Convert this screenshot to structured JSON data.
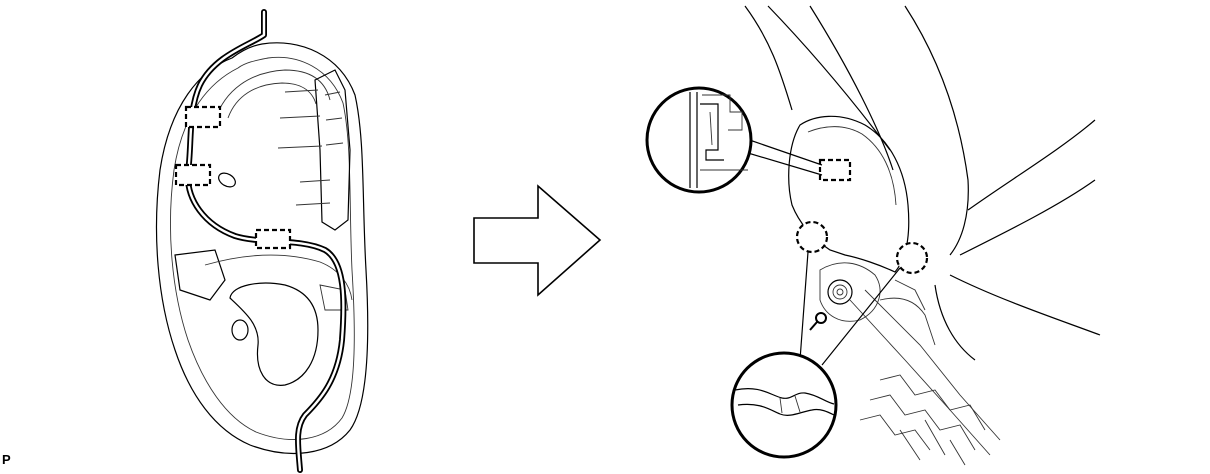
{
  "figure": {
    "corner_label": "P"
  },
  "colors": {
    "line": "#000000",
    "background": "#ffffff"
  },
  "callouts": {
    "left_clips": [
      "clip",
      "clip",
      "clip"
    ],
    "right_clip_box": "clip",
    "right_dashed_circles": 2,
    "detail_views": 2
  },
  "icons": {
    "arrow": "right-arrow-icon"
  }
}
